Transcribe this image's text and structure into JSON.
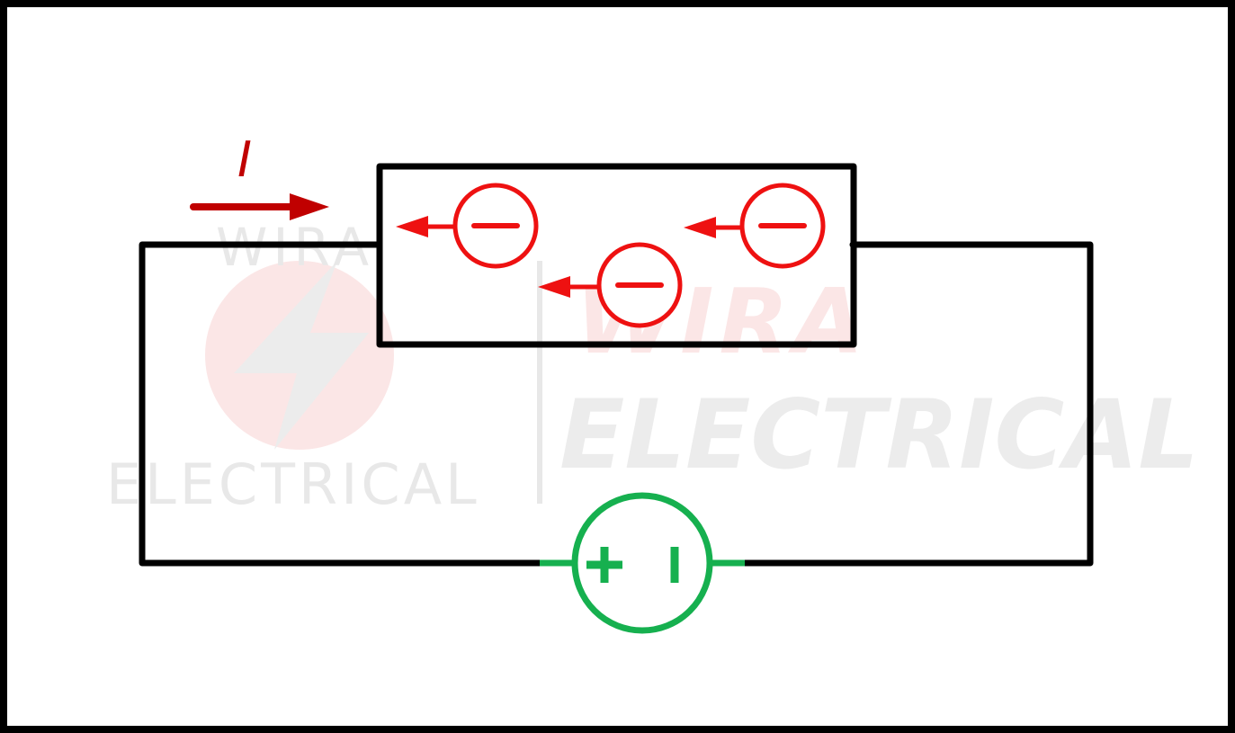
{
  "diagram": {
    "current_label": "I",
    "colors": {
      "wire": "#000000",
      "current": "#c00000",
      "electron": "#ee1111",
      "source": "#16b04f",
      "watermark_gray": "#e8e8e8",
      "watermark_red": "#fbe6e6"
    },
    "electrons": [
      {
        "symbol": "−"
      },
      {
        "symbol": "−"
      },
      {
        "symbol": "−"
      }
    ],
    "source": {
      "plus": "+",
      "minus": "−"
    }
  },
  "watermark": {
    "top": "WIRA",
    "bottom": "ELECTRICAL",
    "big_top": "WIRA",
    "big_bottom": "ELECTRICAL"
  }
}
